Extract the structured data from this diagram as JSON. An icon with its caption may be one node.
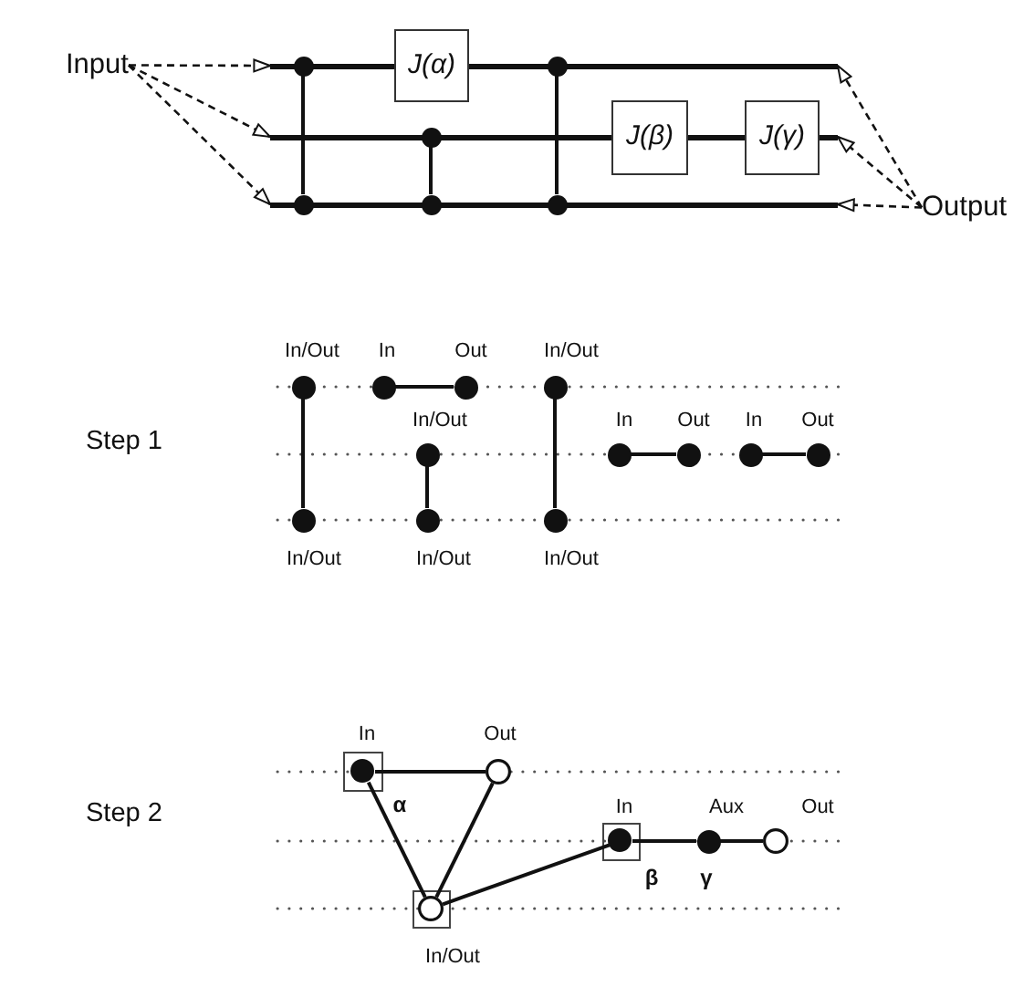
{
  "diagram": {
    "nodes": [
      {
        "text": [
          "Input"
        ]
      },
      {
        "text": [],
        "shape": "line"
      },
      {
        "text": [],
        "shape": "dot"
      },
      {
        "text": [
          "J(α)"
        ]
      },
      {
        "text": [],
        "shape": "line"
      },
      {
        "text": [],
        "shape": "dot"
      },
      {
        "text": [],
        "shape": "line"
      },
      {
        "text": [],
        "shape": "dot"
      },
      {
        "text": [
          "J(β)"
        ]
      },
      {
        "text": [],
        "shape": "line"
      },
      {
        "text": [
          "J(γ)"
        ]
      },
      {
        "text": [],
        "shape": "line"
      },
      {
        "text": [],
        "shape": "line"
      },
      {
        "text": [],
        "shape": "dot"
      },
      {
        "text": [],
        "shape": "dot"
      },
      {
        "text": [],
        "shape": "dot"
      },
      {
        "text": [
          "Output"
        ]
      },
      {
        "text": [],
        "shape": "dot",
        "beside": [
          "In/Out"
        ]
      },
      {
        "text": [],
        "shape": "dot",
        "beside": [
          "In"
        ]
      },
      {
        "text": [],
        "shape": "dot",
        "beside": [
          "Out"
        ]
      },
      {
        "text": [],
        "shape": "dot",
        "beside": [
          "In/Out"
        ]
      },
      {
        "text": [],
        "shape": "dot",
        "beside": [
          "In/Out"
        ]
      },
      {
        "text": [],
        "shape": "dot",
        "beside": [
          "In"
        ]
      },
      {
        "text": [],
        "shape": "dot",
        "beside": [
          "Out"
        ]
      },
      {
        "text": [],
        "shape": "dot",
        "beside": [
          "In"
        ]
      },
      {
        "text": [],
        "shape": "dot",
        "beside": [
          "Out"
        ]
      },
      {
        "text": [],
        "shape": "dot",
        "beside": [
          "In/Out"
        ]
      },
      {
        "text": [],
        "shape": "dot",
        "beside": [
          "In/Out"
        ]
      },
      {
        "text": [],
        "shape": "dot",
        "beside": [
          "In/Out"
        ]
      },
      {
        "text": [],
        "shape": "box"
      },
      {
        "text": [],
        "shape": "dot",
        "in": 29,
        "beside": [
          "In",
          "α"
        ]
      },
      {
        "text": [],
        "shape": "circle",
        "beside": [
          "Out"
        ]
      },
      {
        "text": [],
        "shape": "box"
      },
      {
        "text": [],
        "shape": "dot",
        "in": 32,
        "beside": [
          "In",
          "β"
        ]
      },
      {
        "text": [],
        "shape": "dot",
        "beside": [
          "Aux",
          "γ"
        ]
      },
      {
        "text": [],
        "shape": "circle",
        "beside": [
          "Out"
        ]
      },
      {
        "text": [],
        "shape": "box"
      },
      {
        "text": [],
        "shape": "circle",
        "in": 36,
        "beside": [
          "In/Out"
        ]
      }
    ],
    "edges": [
      {
        "from": 0,
        "to": 1,
        "arrow": "to",
        "style": "dashed"
      },
      {
        "from": 0,
        "to": 6,
        "arrow": "to",
        "style": "dashed"
      },
      {
        "from": 0,
        "to": 12,
        "arrow": "to",
        "style": "dashed"
      },
      {
        "from": 2,
        "to": 13,
        "arrow": "none"
      },
      {
        "from": 7,
        "to": 14,
        "arrow": "none"
      },
      {
        "from": 5,
        "to": 15,
        "arrow": "none"
      },
      {
        "from": 16,
        "to": 4,
        "arrow": "to",
        "style": "dashed"
      },
      {
        "from": 16,
        "to": 11,
        "arrow": "to",
        "style": "dashed"
      },
      {
        "from": 16,
        "to": 12,
        "arrow": "to",
        "style": "dashed"
      },
      {
        "from": 17,
        "to": 26,
        "arrow": "none"
      },
      {
        "from": 18,
        "to": 19,
        "arrow": "none"
      },
      {
        "from": 21,
        "to": 27,
        "arrow": "none"
      },
      {
        "from": 20,
        "to": 28,
        "arrow": "none"
      },
      {
        "from": 22,
        "to": 23,
        "arrow": "none"
      },
      {
        "from": 24,
        "to": 25,
        "arrow": "none"
      },
      {
        "from": 30,
        "to": 31,
        "arrow": "none"
      },
      {
        "from": 30,
        "to": 37,
        "arrow": "none"
      },
      {
        "from": 31,
        "to": 37,
        "arrow": "none"
      },
      {
        "from": 37,
        "to": 33,
        "arrow": "none"
      },
      {
        "from": 33,
        "to": 34,
        "arrow": "none"
      },
      {
        "from": 34,
        "to": 35,
        "arrow": "none"
      }
    ],
    "labels": [
      "Step 1",
      "Step 2"
    ]
  }
}
